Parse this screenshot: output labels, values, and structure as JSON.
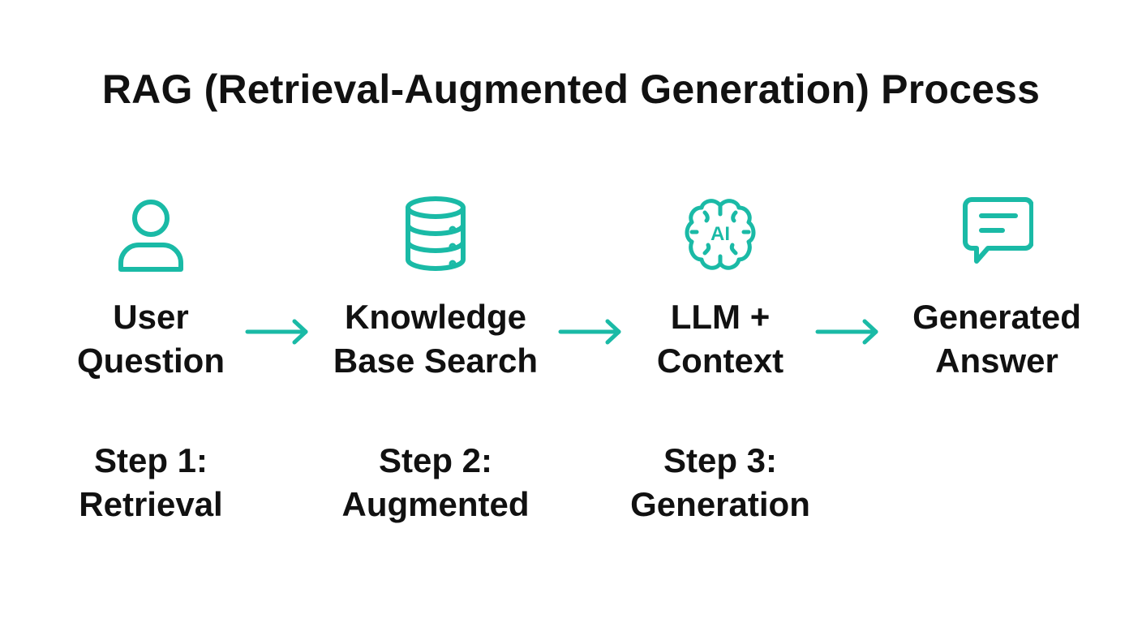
{
  "title": "RAG (Retrieval-Augmented Generation) Process",
  "accent_color": "#1ABAA6",
  "steps": [
    {
      "icon": "user-icon",
      "label_lines": [
        "User",
        "Question"
      ],
      "sub_lines": [
        "Step 1:",
        "Retrieval"
      ]
    },
    {
      "icon": "database-icon",
      "label_lines": [
        "Knowledge",
        "Base Search"
      ],
      "sub_lines": [
        "Step 2:",
        "Augmented"
      ]
    },
    {
      "icon": "ai-brain-icon",
      "icon_text": "AI",
      "label_lines": [
        "LLM +",
        "Context"
      ],
      "sub_lines": [
        "Step 3:",
        "Generation"
      ]
    },
    {
      "icon": "chat-bubble-icon",
      "label_lines": [
        "Generated",
        "Answer"
      ],
      "sub_lines": []
    }
  ],
  "arrows": [
    "arrow-right-icon",
    "arrow-right-icon",
    "arrow-right-icon"
  ]
}
